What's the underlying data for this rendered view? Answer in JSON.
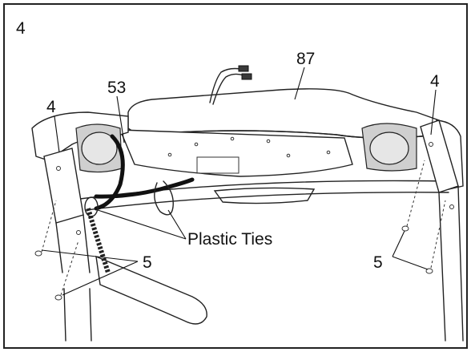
{
  "step_number": "4",
  "callouts": {
    "console": "87",
    "wire_harness": "53",
    "upright_left": "4",
    "upright_right": "4",
    "screws_left": "5",
    "screws_right": "5",
    "ties": "Plastic Ties"
  }
}
